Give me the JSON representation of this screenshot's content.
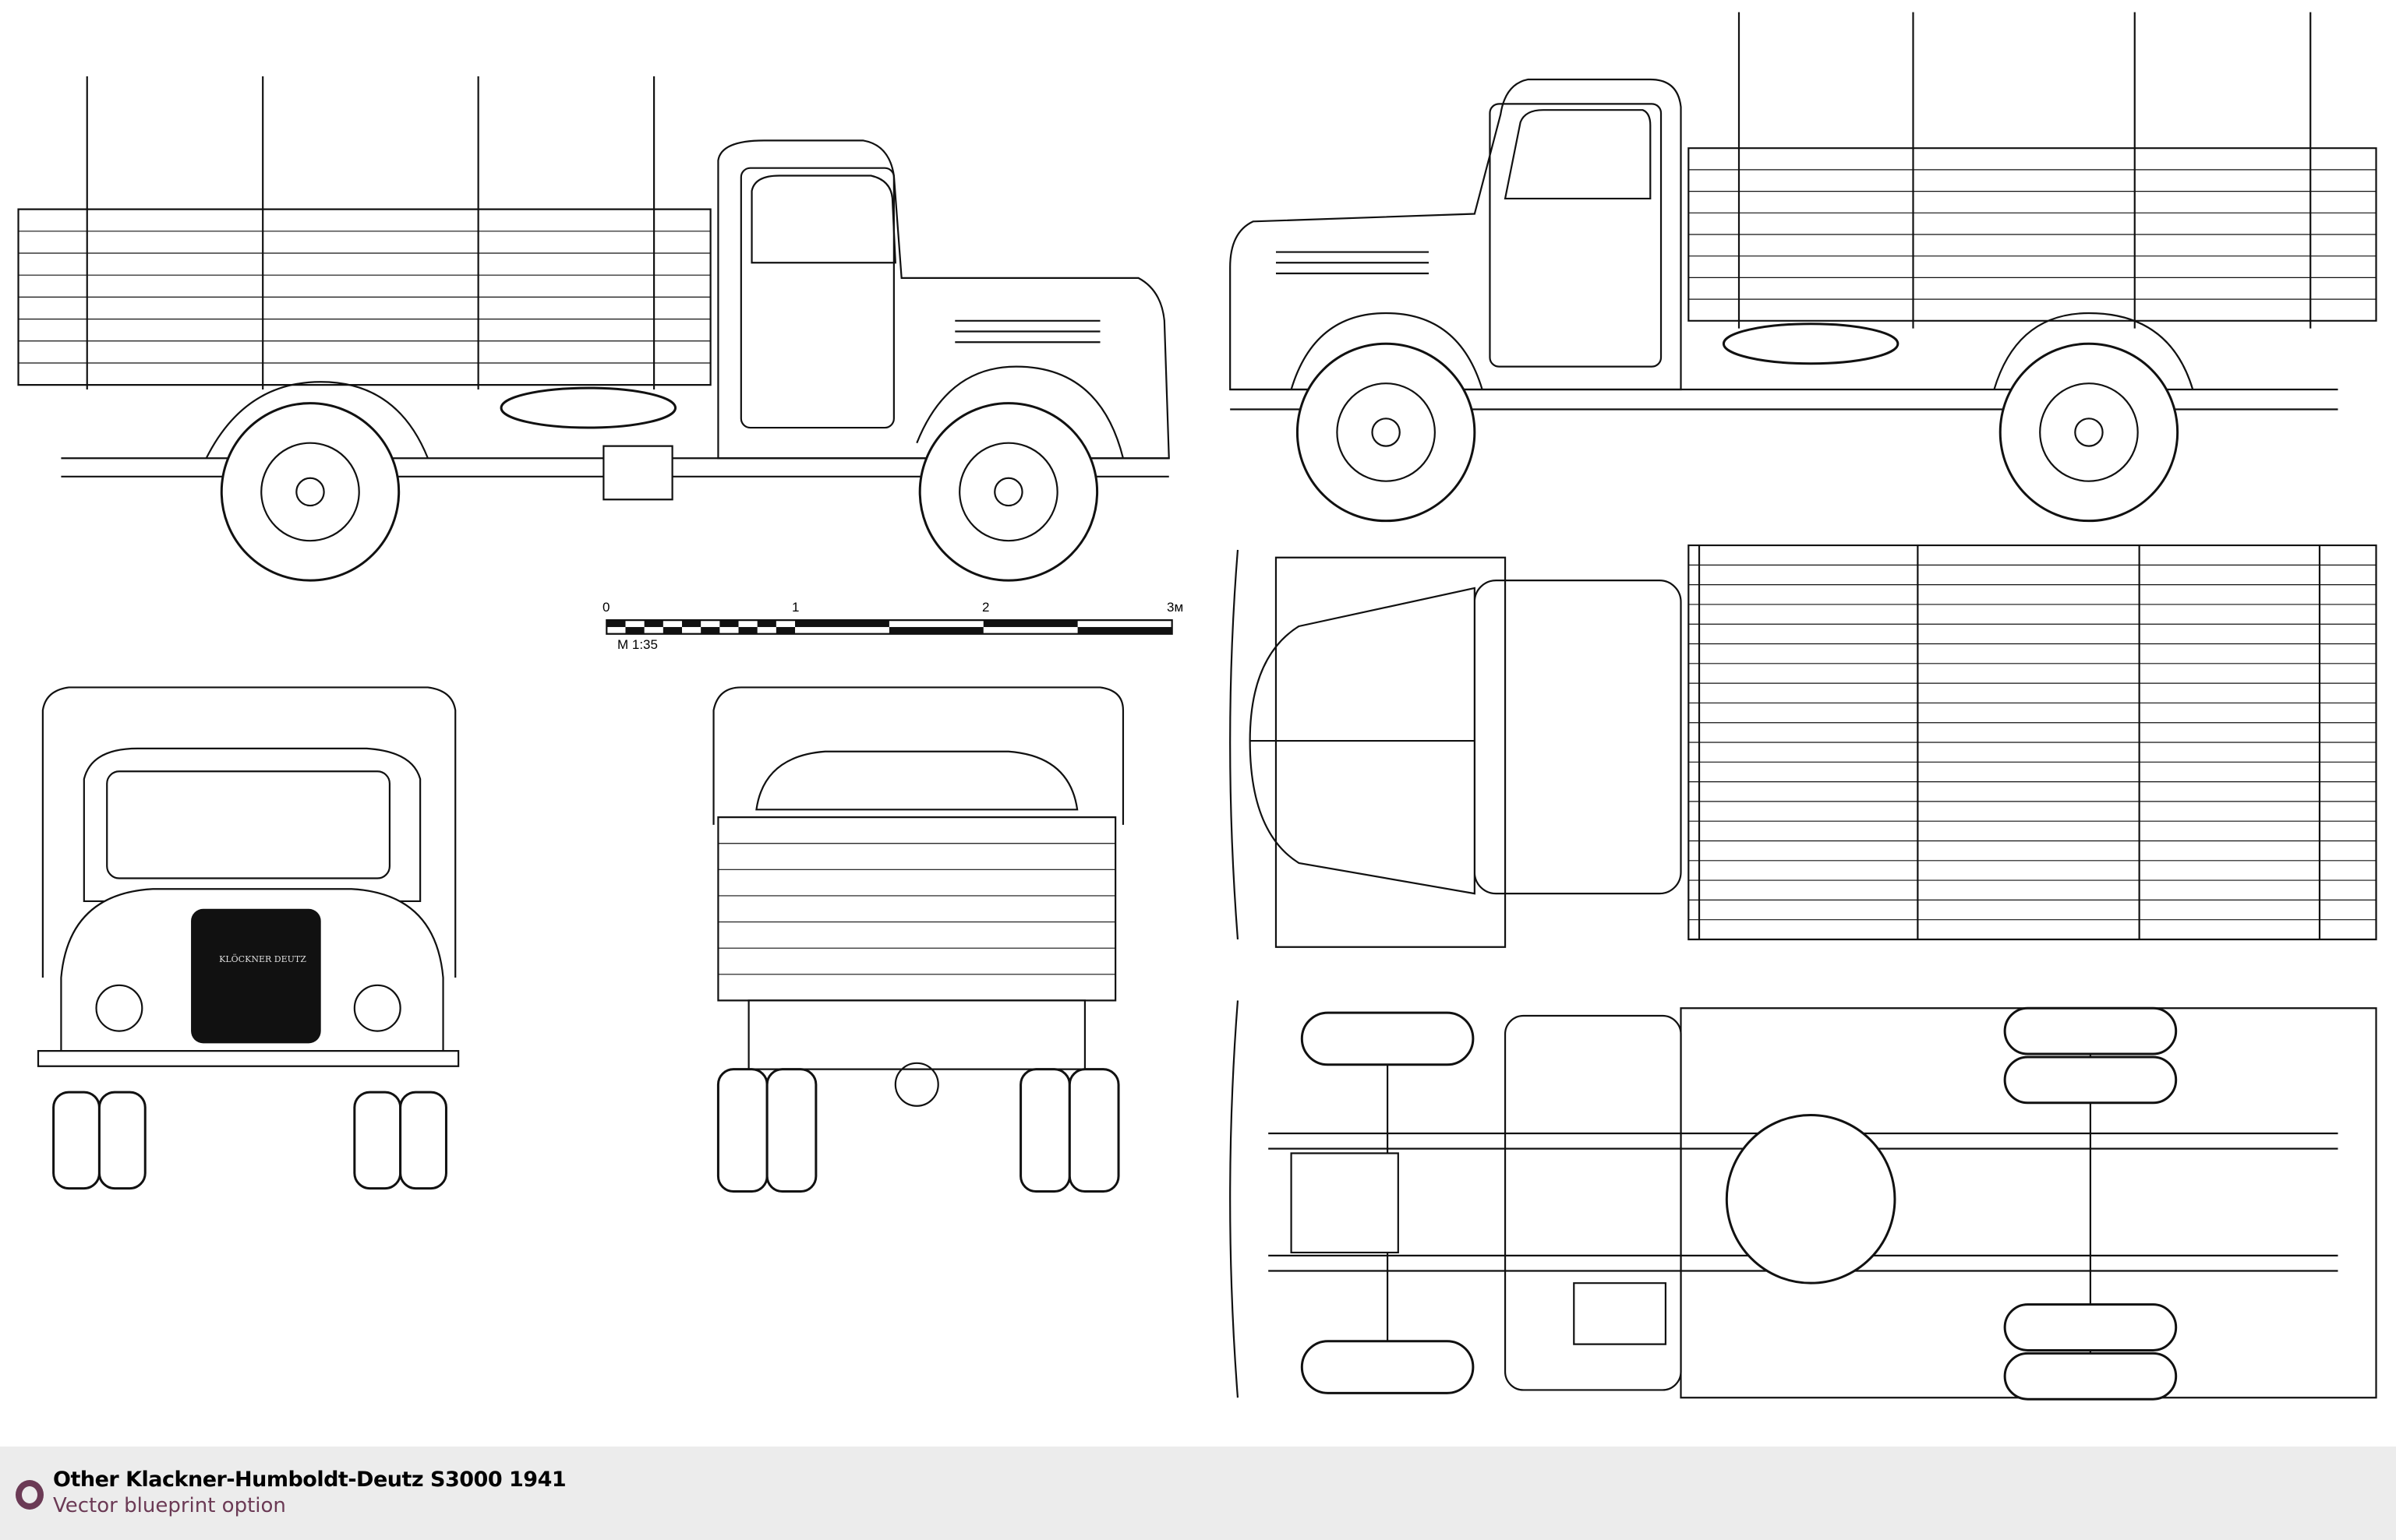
{
  "caption": {
    "title": "Other Klackner-Humboldt-Deutz S3000 1941",
    "subtitle": "Vector blueprint option",
    "icon": "circle-ring-icon",
    "accent_color": "#6b3a55",
    "background": "#ececec"
  },
  "scale_bar": {
    "ticks": [
      "0",
      "1",
      "2",
      "3м"
    ],
    "ratio_label": "М 1:35"
  },
  "grille_badge": "KLÖCKNER DEUTZ"
}
